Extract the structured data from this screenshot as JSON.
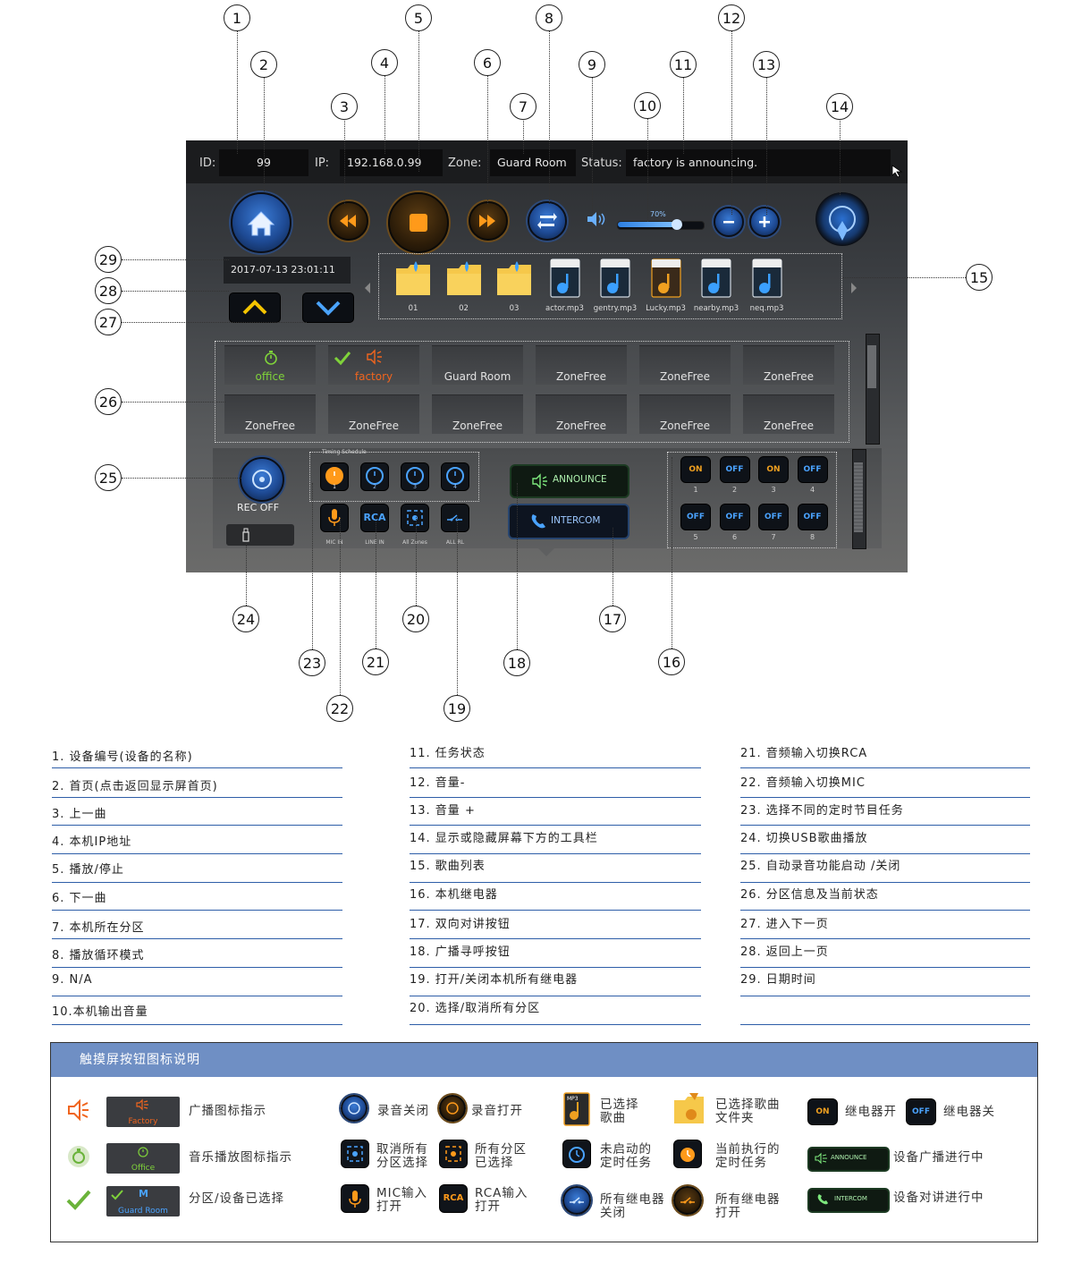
{
  "screen": {
    "id_label": "ID:",
    "id_value": "99",
    "ip_label": "IP:",
    "ip_value": "192.168.0.99",
    "zone_label": "Zone:",
    "zone_value": "Guard Room",
    "status_label": "Status:",
    "status_value": "factory is announcing.",
    "volume_percent": "70%",
    "volume_level": 0.7,
    "datetime": "2017-07-13 23:01:11",
    "files": [
      {
        "name": "01",
        "kind": "folder"
      },
      {
        "name": "02",
        "kind": "folder"
      },
      {
        "name": "03",
        "kind": "folder"
      },
      {
        "name": "actor.mp3",
        "kind": "mp3"
      },
      {
        "name": "gentry.mp3",
        "kind": "mp3"
      },
      {
        "name": "Lucky.mp3",
        "kind": "mp3-active"
      },
      {
        "name": "nearby.mp3",
        "kind": "mp3"
      },
      {
        "name": "neq.mp3",
        "kind": "mp3"
      }
    ],
    "zones": [
      {
        "name": "office",
        "color": "#7fd23a"
      },
      {
        "name": "factory",
        "color": "#f0651e"
      },
      {
        "name": "Guard Room",
        "color": "#e2e2e2"
      },
      {
        "name": "ZoneFree",
        "color": "#e2e2e2"
      },
      {
        "name": "ZoneFree",
        "color": "#e2e2e2"
      },
      {
        "name": "ZoneFree",
        "color": "#e2e2e2"
      },
      {
        "name": "ZoneFree",
        "color": "#e2e2e2"
      },
      {
        "name": "ZoneFree",
        "color": "#e2e2e2"
      },
      {
        "name": "ZoneFree",
        "color": "#e2e2e2"
      },
      {
        "name": "ZoneFree",
        "color": "#e2e2e2"
      },
      {
        "name": "ZoneFree",
        "color": "#e2e2e2"
      },
      {
        "name": "ZoneFree",
        "color": "#e2e2e2"
      }
    ],
    "rec_label": "REC OFF",
    "timing_label": "Timing Schedule",
    "timers": [
      "1",
      "2",
      "3",
      "4"
    ],
    "inputs": [
      "MIC IN",
      "LINE IN",
      "All Zones",
      "ALL RL"
    ],
    "rca_text": "RCA",
    "announce_label": "ANNOUNCE",
    "intercom_label": "INTERCOM",
    "relays": [
      {
        "n": "1",
        "state": "ON"
      },
      {
        "n": "2",
        "state": "OFF"
      },
      {
        "n": "3",
        "state": "ON"
      },
      {
        "n": "4",
        "state": "OFF"
      },
      {
        "n": "5",
        "state": "OFF"
      },
      {
        "n": "6",
        "state": "OFF"
      },
      {
        "n": "7",
        "state": "OFF"
      },
      {
        "n": "8",
        "state": "OFF"
      }
    ]
  },
  "legend": {
    "col1": [
      "1. 设备编号(设备的名称)",
      "2. 首页(点击返回显示屏首页)",
      "3. 上一曲",
      "4. 本机IP地址",
      "5. 播放/停止",
      "6. 下一曲",
      "7. 本机所在分区",
      "8. 播放循环模式",
      "9. N/A",
      "10.本机输出音量"
    ],
    "col2": [
      "11. 任务状态",
      "12. 音量-",
      "13. 音量 +",
      "14. 显示或隐藏屏幕下方的工具栏",
      "15. 歌曲列表",
      "16. 本机继电器",
      "17. 双向对讲按钮",
      "18. 广播寻呼按钮",
      "19. 打开/关闭本机所有继电器",
      "20. 选择/取消所有分区"
    ],
    "col3": [
      "21. 音频输入切换RCA",
      "22. 音频输入切换MIC",
      "23. 选择不同的定时节目任务",
      "24. 切换USB歌曲播放",
      "25. 自动录音功能启动 /关闭",
      "26. 分区信息及当前状态",
      "27. 进入下一页",
      "28. 返回上一页",
      "29. 日期时间",
      ""
    ]
  },
  "icon_legend": {
    "title": "触摸屏按钮图标说明",
    "factory_thumb": "Factory",
    "office_thumb": "Office",
    "guard_thumb": "Guard Room",
    "m_letter": "M",
    "broadcast": "广播图标指示",
    "music": "音乐播放图标指示",
    "selected": "分区/设备已选择",
    "rec_off": "录音关闭",
    "rec_on": "录音打开",
    "cancel_all_1": "取消所有",
    "cancel_all_2": "分区选择",
    "all_sel_1": "所有分区",
    "all_sel_2": "已选择",
    "mic_1": "MIC输入",
    "mic_2": "打开",
    "rca_1": "RCA输入",
    "rca_2": "打开",
    "song_sel_1": "已选择",
    "song_sel_2": "歌曲",
    "folder_sel_1": "已选择歌曲",
    "folder_sel_2": "文件夹",
    "timer_idle_1": "未启动的",
    "timer_idle_2": "定时任务",
    "timer_run_1": "当前执行的",
    "timer_run_2": "定时任务",
    "relays_off_1": "所有继电器",
    "relays_off_2": "关闭",
    "relays_on_1": "所有继电器",
    "relays_on_2": "打开",
    "relay_on": "继电器开",
    "relay_off": "继电器关",
    "announcing": "设备广播进行中",
    "intercom": "设备对讲进行中",
    "on_text": "ON",
    "off_text": "OFF",
    "rca_text": "RCA",
    "announce_text": "ANNOUNCE",
    "intercom_text": "INTERCOM",
    "mp3_text": "MP3"
  },
  "callouts": [
    "1",
    "2",
    "3",
    "4",
    "5",
    "6",
    "7",
    "8",
    "9",
    "10",
    "11",
    "12",
    "13",
    "14",
    "15",
    "16",
    "17",
    "18",
    "19",
    "20",
    "21",
    "22",
    "23",
    "24",
    "25",
    "26",
    "27",
    "28",
    "29"
  ]
}
